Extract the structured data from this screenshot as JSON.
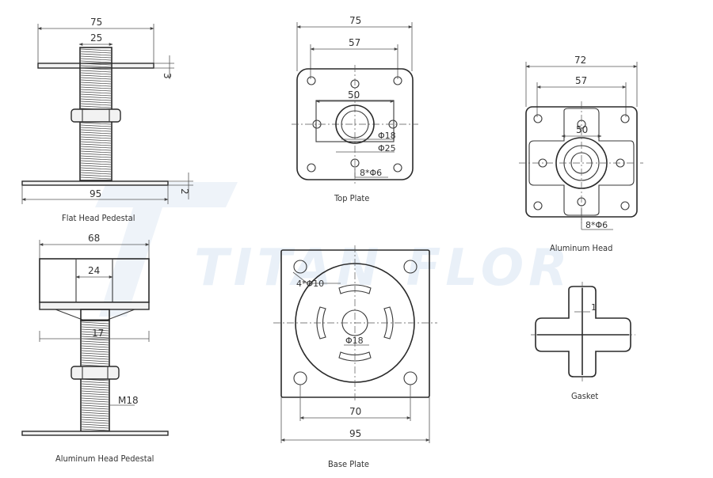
{
  "watermark": "TITAN FLOR",
  "flat_head_pedestal": {
    "caption": "Flat Head Pedestal",
    "dim_top_width": "75",
    "dim_thread": "25",
    "dim_top_thickness": "3",
    "dim_base_width": "95",
    "dim_base_thickness": "2"
  },
  "top_plate": {
    "caption": "Top Plate",
    "dim_width": "75",
    "dim_hole_spacing": "57",
    "dim_inner": "50",
    "dim_d18": "Φ18",
    "dim_d25": "Φ25",
    "dim_holes": "8*Φ6"
  },
  "aluminum_head": {
    "caption": "Aluminum Head",
    "dim_width": "72",
    "dim_hole_spacing": "57",
    "dim_inner": "50",
    "dim_holes": "8*Φ6"
  },
  "aluminum_head_pedestal": {
    "caption": "Aluminum Head Pedestal",
    "dim_head_width": "68",
    "dim_inner": "24",
    "dim_shaft": "17",
    "dim_thread": "M18"
  },
  "base_plate": {
    "caption": "Base Plate",
    "dim_hole": "4*Φ10",
    "dim_center": "Φ18",
    "dim_hole_spacing": "70",
    "dim_width": "95"
  },
  "gasket": {
    "caption": "Gasket",
    "dim_thickness": "1"
  }
}
